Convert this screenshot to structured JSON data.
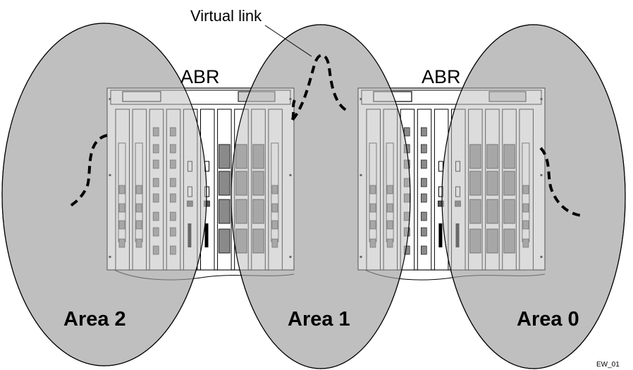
{
  "diagram": {
    "virtual_link_label": "Virtual link",
    "routers": [
      {
        "label": "ABR"
      },
      {
        "label": "ABR"
      }
    ],
    "areas": [
      {
        "label": "Area 2"
      },
      {
        "label": "Area 1"
      },
      {
        "label": "Area 0"
      }
    ],
    "figure_id": "EW_01"
  },
  "colors": {
    "area_fill": "#bfbfbf",
    "chassis_fill": "#ffffff",
    "port_fill": "#8a8a8a",
    "line": "#000000"
  }
}
